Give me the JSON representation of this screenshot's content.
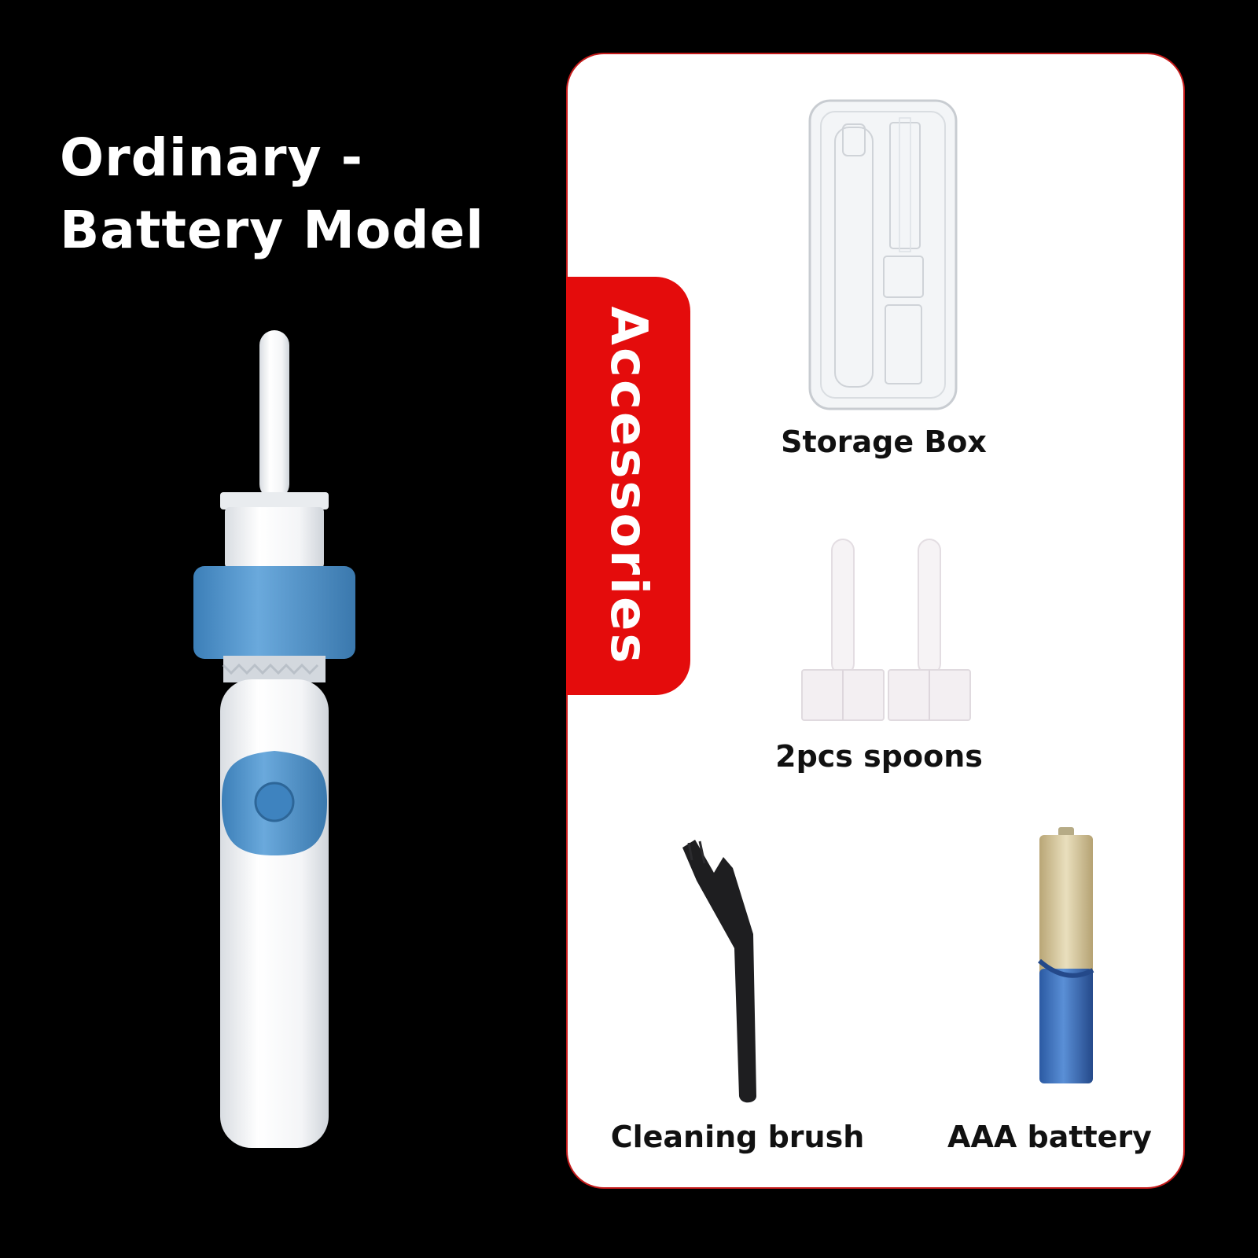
{
  "title": {
    "line1": "Ordinary -",
    "line2": "Battery Model"
  },
  "tab_label": "Accessories",
  "items": [
    {
      "label": "Storage Box",
      "icon": "storage-box"
    },
    {
      "label": "2pcs spoons",
      "icon": "spoon"
    },
    {
      "label": "Cleaning brush",
      "icon": "brush"
    },
    {
      "label": "AAA battery",
      "icon": "battery"
    }
  ],
  "colors": {
    "accent_red": "#e40c0c",
    "device_blue": "#4a90c8",
    "background": "#000000"
  }
}
